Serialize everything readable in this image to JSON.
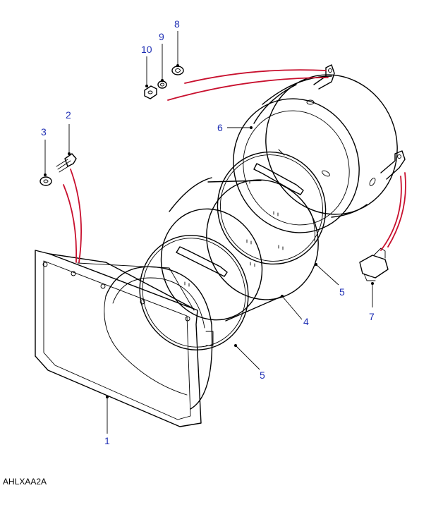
{
  "diagram": {
    "reference_code": "AHLXAA2A",
    "callouts": [
      "1",
      "2",
      "3",
      "4",
      "5",
      "5",
      "6",
      "7",
      "8",
      "9",
      "10"
    ],
    "colors": {
      "callout_text": "#1f2fb4",
      "fastener_lines": "#c8102e",
      "outline": "#000000"
    }
  }
}
